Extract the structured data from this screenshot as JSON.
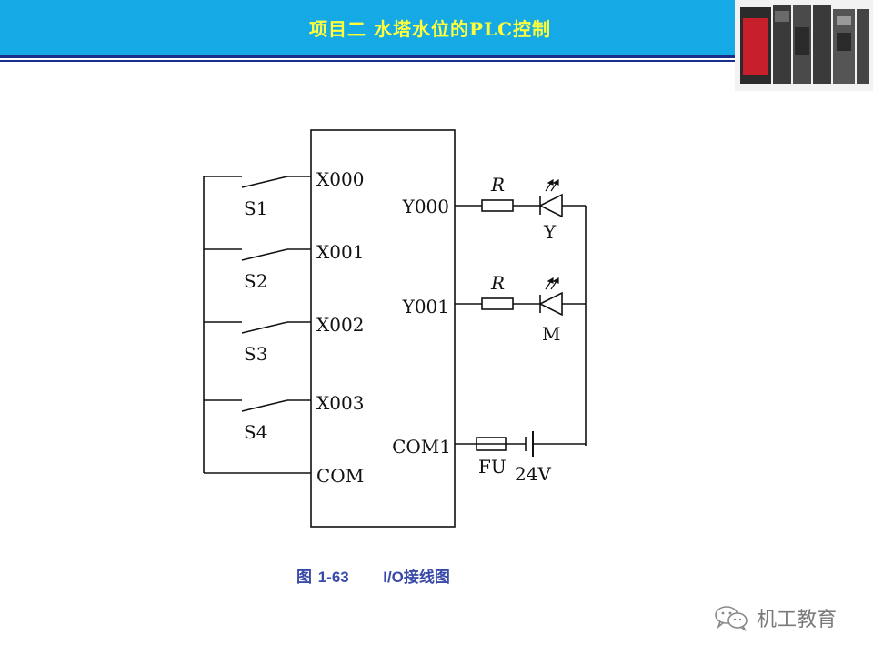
{
  "header": {
    "title": "项目二  水塔水位的PLC控制"
  },
  "colors": {
    "header_bg": "#15a9e6",
    "title": "#ffff3c",
    "stripe": "#1b2f8a",
    "caption": "#3a4aa8"
  },
  "diagram": {
    "inputs": [
      {
        "terminal": "X000",
        "switch": "S1"
      },
      {
        "terminal": "X001",
        "switch": "S2"
      },
      {
        "terminal": "X002",
        "switch": "S3"
      },
      {
        "terminal": "X003",
        "switch": "S4"
      }
    ],
    "input_common": "COM",
    "outputs": [
      {
        "terminal": "Y000",
        "resistor": "R",
        "lamp": "Y"
      },
      {
        "terminal": "Y001",
        "resistor": "R",
        "lamp": "M"
      }
    ],
    "output_common": "COM1",
    "fuse": "FU",
    "supply": "24V"
  },
  "caption": {
    "figure": "图 1-63",
    "title": "I/O接线图"
  },
  "watermark": {
    "text": "机工教育",
    "icon": "wechat-icon"
  }
}
